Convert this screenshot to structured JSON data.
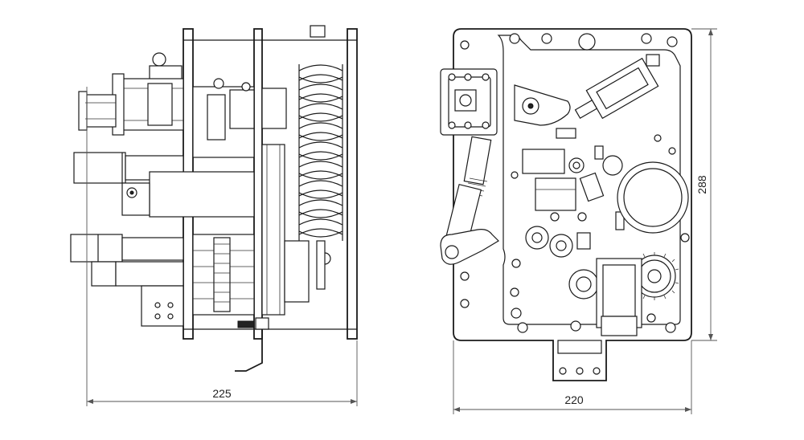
{
  "dimensions": {
    "side_width": "225",
    "front_width": "220",
    "front_height": "288"
  }
}
